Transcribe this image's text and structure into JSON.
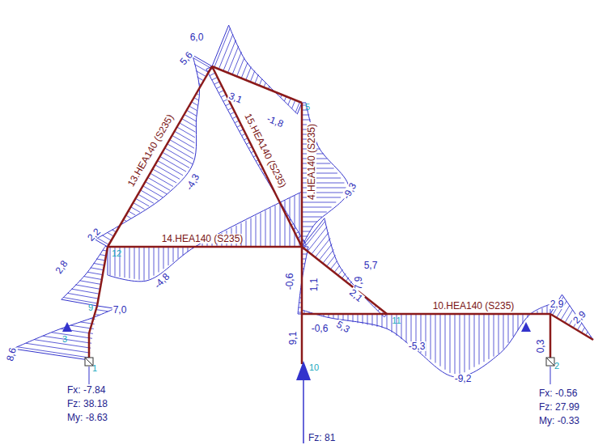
{
  "diagram": {
    "labels": [
      "6,0",
      "5,6",
      "3,1",
      "-1,8",
      "-4,3",
      "13.HEA140 (S235)",
      "15.HEA140 (S235)",
      "4.HEA140 (S235)",
      "14.HEA140 (S235)",
      "10.HEA140 (S235)",
      "-9,3",
      "2,2",
      "2,8",
      "8,6",
      "7,0",
      "-4,8",
      "5,7",
      "7,9",
      "2,1",
      "1,1",
      "-0,6",
      "9,1",
      "-0,6",
      "5,3",
      "-5,3",
      "-9,2",
      "2,9",
      "2,9",
      "0,3",
      "Fx: -7.84",
      "Fz: 38.18",
      "My: -8.63",
      "Fz: 81",
      "Fx: -0.56",
      "Fz: 27.99",
      "My: -0.33",
      "1",
      "3",
      "9",
      "12",
      "5",
      "10",
      "11",
      "2"
    ]
  }
}
